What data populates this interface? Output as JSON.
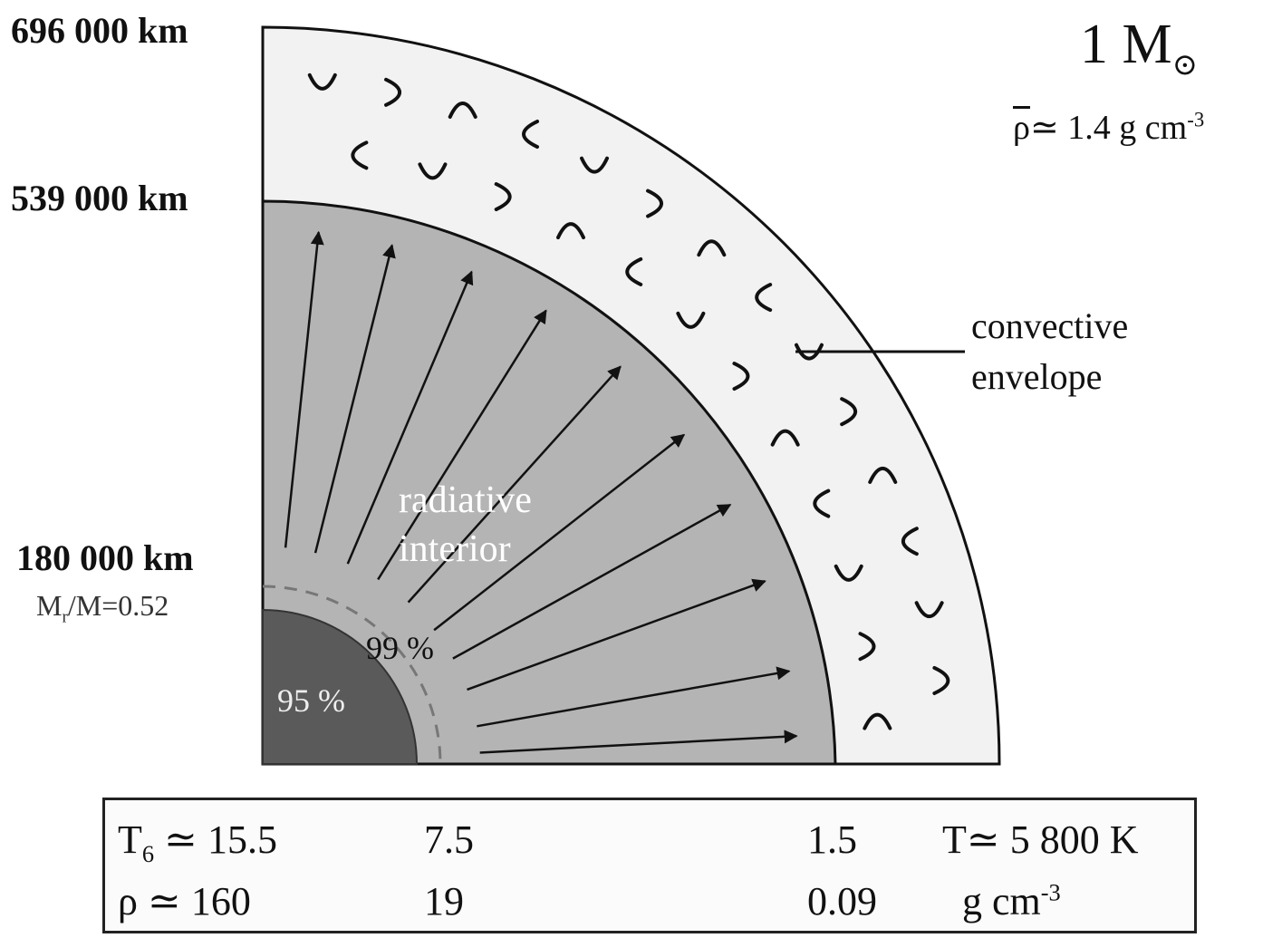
{
  "radii": {
    "outer": "696 000 km",
    "envelope_base": "539 000 km",
    "core": "180 000 km",
    "core_mass_ratio": "M"
  },
  "mass_label": {
    "main": "1 M",
    "symbol": "⊙"
  },
  "mean_density": {
    "symbol": "ρ",
    "value": "≃ 1.4 g cm",
    "exponent": "-3"
  },
  "regions": {
    "convective_line1": "convective",
    "convective_line2": "envelope",
    "radiative_line1": "radiative",
    "radiative_line2": "interior",
    "core_pct": "95 %",
    "inner_pct": "99 %"
  },
  "core_ratio": {
    "m_sub": "r",
    "tail": "/M=0.52"
  },
  "table": {
    "row1": {
      "label": "T",
      "label_sub": "6",
      "eq": "≃ 15.5",
      "v2": "7.5",
      "v3": "1.5",
      "v4": "T≃ 5 800 K"
    },
    "row2": {
      "label": "ρ",
      "eq": "≃  160",
      "v2": "19",
      "v3": "0.09",
      "unit": "g cm",
      "unit_exp": "-3"
    }
  },
  "colors": {
    "core": "#5a5a5a",
    "radiative": "#b4b4b4",
    "envelope": "#f2f2f2",
    "stroke": "#111111"
  }
}
